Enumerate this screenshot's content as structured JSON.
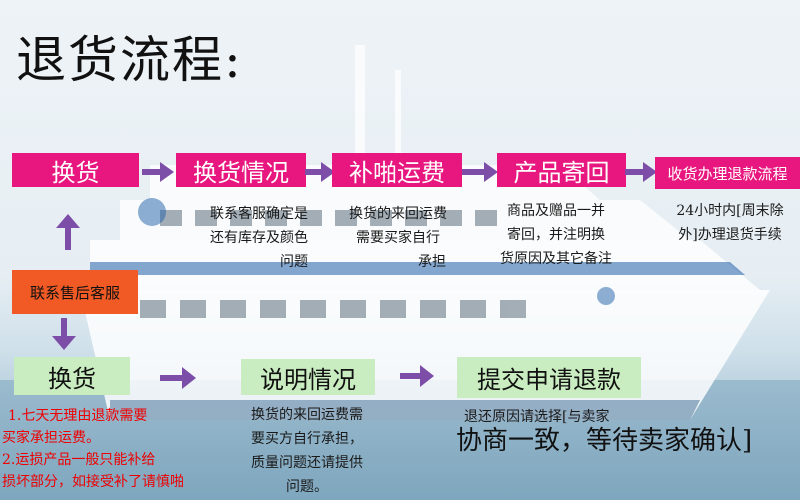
{
  "title": "退货流程:",
  "top_row": {
    "steps": [
      {
        "label": "换货",
        "desc": [
          "",
          "",
          ""
        ]
      },
      {
        "label": "换货情况",
        "desc": [
          "联系客服确定是",
          "还有库存及颜色",
          "问题"
        ]
      },
      {
        "label": "补啪运费",
        "desc": [
          "换货的来回运费",
          "需要买家自行",
          "承担"
        ]
      },
      {
        "label": "产品寄回",
        "desc": [
          "商品及赠品一并",
          "寄回，并注明换",
          "货原因及其它备注"
        ]
      },
      {
        "label": "收货办理退款流程",
        "desc": [
          "24小时内[周末除",
          "外]办理退货手续",
          ""
        ]
      }
    ]
  },
  "contact": {
    "label": "联系售后客服"
  },
  "bottom_row": {
    "exchange": {
      "label": "换货",
      "notes": [
        "1.七天无理由退款需要",
        "买家承担运费。",
        "2.运损产品一般只能补给",
        "损坏部分，如接受补了请慎啪"
      ]
    },
    "explain": {
      "label": "说明情况",
      "desc": [
        "换货的来回运费需",
        "要买方自行承担，",
        "质量问题还请提供",
        "问题。"
      ]
    },
    "submit": {
      "label": "提交申请退款",
      "desc": "退还原因请选择[与卖家",
      "confirm": "协商一致，等待卖家确认]"
    }
  },
  "colors": {
    "pink": "#e8177f",
    "green": "#c9ecc0",
    "orange": "#f15a24",
    "arrow_purple": "#7d4ea8",
    "note_red": "#e00000"
  },
  "icons": {
    "arrow": "right-arrow-icon",
    "up": "up-arrow-icon",
    "down": "down-arrow-icon"
  }
}
